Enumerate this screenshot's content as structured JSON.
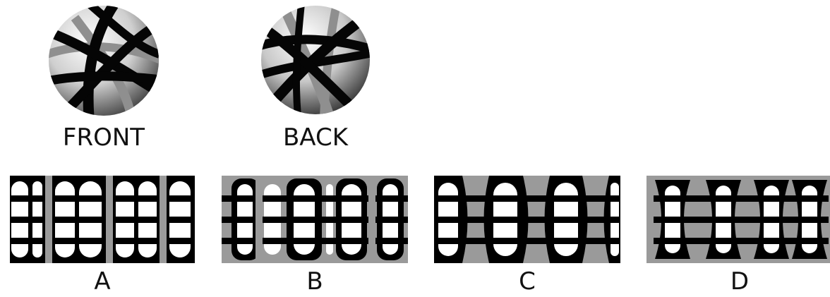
{
  "views": [
    {
      "label": "FRONT"
    },
    {
      "label": "BACK"
    }
  ],
  "options": [
    {
      "label": "A",
      "background": "black",
      "stripe": "gray"
    },
    {
      "label": "B",
      "background": "gray",
      "stripe": "gray"
    },
    {
      "label": "C",
      "background": "black",
      "stripe": "gray"
    },
    {
      "label": "D",
      "background": "gray",
      "stripe": "none"
    }
  ],
  "colors": {
    "black": "#000000",
    "gray": "#9a9a9a",
    "white": "#ffffff",
    "sphere_light": "#f2f2f2",
    "sphere_dark": "#4a4a4a"
  }
}
